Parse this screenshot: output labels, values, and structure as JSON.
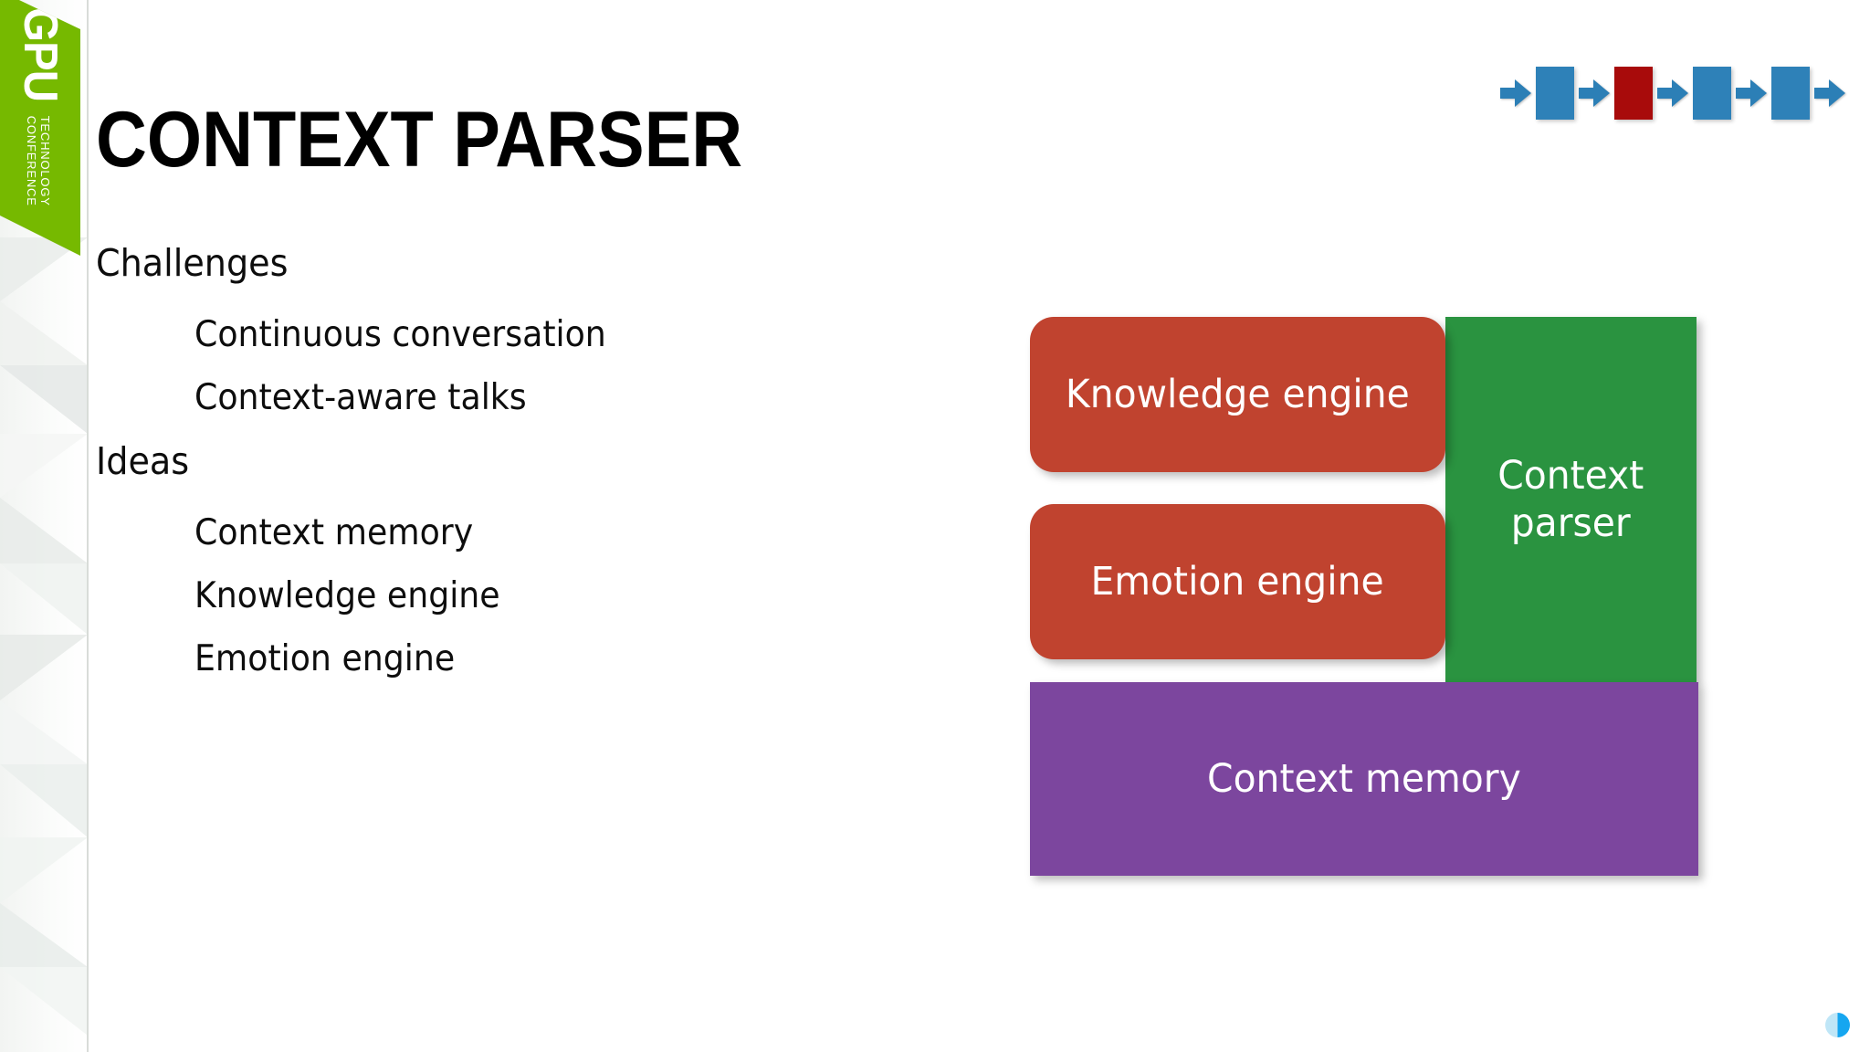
{
  "slide": {
    "title": "CONTEXT PARSER",
    "background_color": "#ffffff"
  },
  "brand_banner": {
    "name": "gtc-banner",
    "primary_text": "GPU",
    "secondary_text": "TECHNOLOGY\nCONFERENCE",
    "color": "#76b900"
  },
  "body": {
    "items": [
      {
        "level": 1,
        "text": "Challenges"
      },
      {
        "level": 2,
        "text": "Continuous conversation"
      },
      {
        "level": 2,
        "text": "Context-aware talks"
      },
      {
        "level": 1,
        "text": "Ideas"
      },
      {
        "level": 2,
        "text": "Context memory"
      },
      {
        "level": 2,
        "text": "Knowledge engine"
      },
      {
        "level": 2,
        "text": "Emotion engine"
      }
    ]
  },
  "pipeline_icon": {
    "name": "pipeline-progress-icon",
    "steps": [
      {
        "type": "arrow",
        "color": "#2c7fb6"
      },
      {
        "type": "box",
        "color": "#2e81b8"
      },
      {
        "type": "arrow",
        "color": "#2c7fb6"
      },
      {
        "type": "box",
        "color": "#a80b0b"
      },
      {
        "type": "arrow",
        "color": "#2c7fb6"
      },
      {
        "type": "box",
        "color": "#2e81b8"
      },
      {
        "type": "arrow",
        "color": "#2c7fb6"
      },
      {
        "type": "box",
        "color": "#2e81b8"
      },
      {
        "type": "arrow",
        "color": "#2c7fb6"
      }
    ]
  },
  "diagram": {
    "boxes": [
      {
        "id": "knowledge",
        "label": "Knowledge engine",
        "color": "#c0432f",
        "shape": "rounded"
      },
      {
        "id": "emotion",
        "label": "Emotion engine",
        "color": "#c0432f",
        "shape": "rounded"
      },
      {
        "id": "parser",
        "label": "Context\nparser",
        "color": "#2a9340",
        "shape": "rect"
      },
      {
        "id": "memory",
        "label": "Context memory",
        "color": "#7c469e",
        "shape": "rect"
      }
    ]
  },
  "corner_marker": {
    "name": "corner-dot-marker",
    "colors": [
      "#bfe6f7",
      "#16a6f0"
    ]
  }
}
